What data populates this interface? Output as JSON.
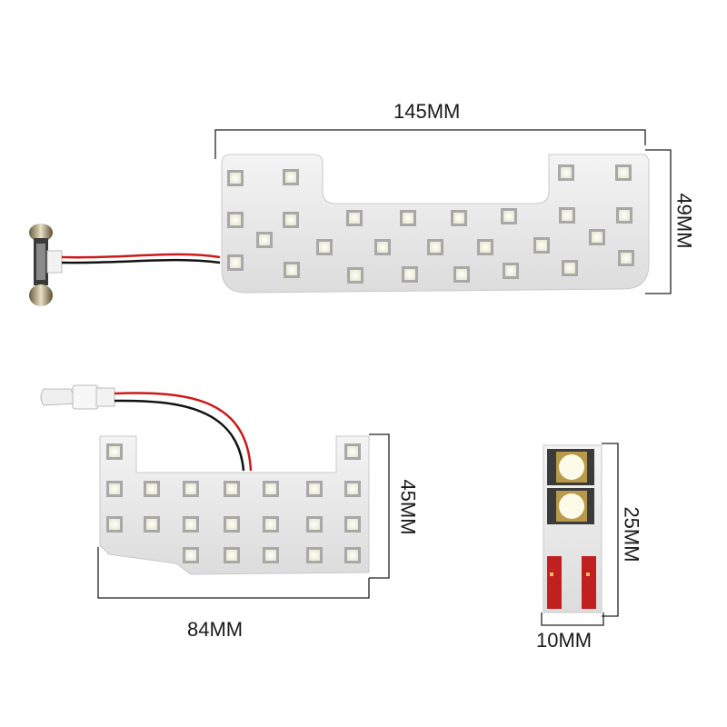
{
  "dimensions": {
    "large_board_width": "145MM",
    "large_board_height": "49MM",
    "medium_board_width": "84MM",
    "medium_board_height": "45MM",
    "small_bulb_width": "10MM",
    "small_bulb_height": "25MM"
  },
  "colors": {
    "board": "#ebebeb",
    "led": "#fbfbf2",
    "led_housing": "#a8a8a8",
    "wire_red": "#cc1a1a",
    "wire_black": "#111111",
    "dimension_line": "#222222"
  }
}
